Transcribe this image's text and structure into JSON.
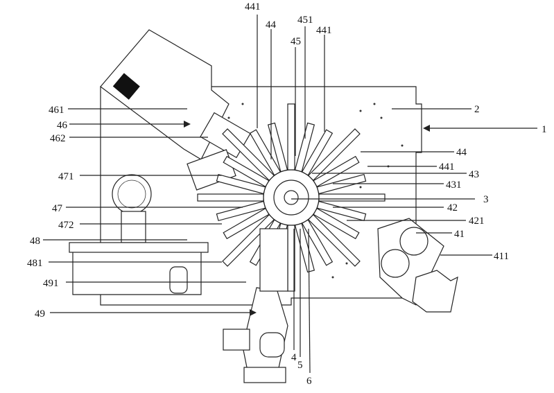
{
  "figure": {
    "labels": {
      "l441_a": "441",
      "l44_a": "44",
      "l451": "451",
      "l441_b": "441",
      "l45": "45",
      "l461": "461",
      "l2": "2",
      "l46": "46",
      "l1": "1",
      "l462": "462",
      "l44_b": "44",
      "l441_c": "441",
      "l43": "43",
      "l471": "471",
      "l431": "431",
      "l3": "3",
      "l47": "47",
      "l42": "42",
      "l472": "472",
      "l421": "421",
      "l48": "48",
      "l41": "41",
      "l481": "481",
      "l411": "411",
      "l491": "491",
      "l49": "49",
      "l4": "4",
      "l5": "5",
      "l6": "6"
    }
  }
}
